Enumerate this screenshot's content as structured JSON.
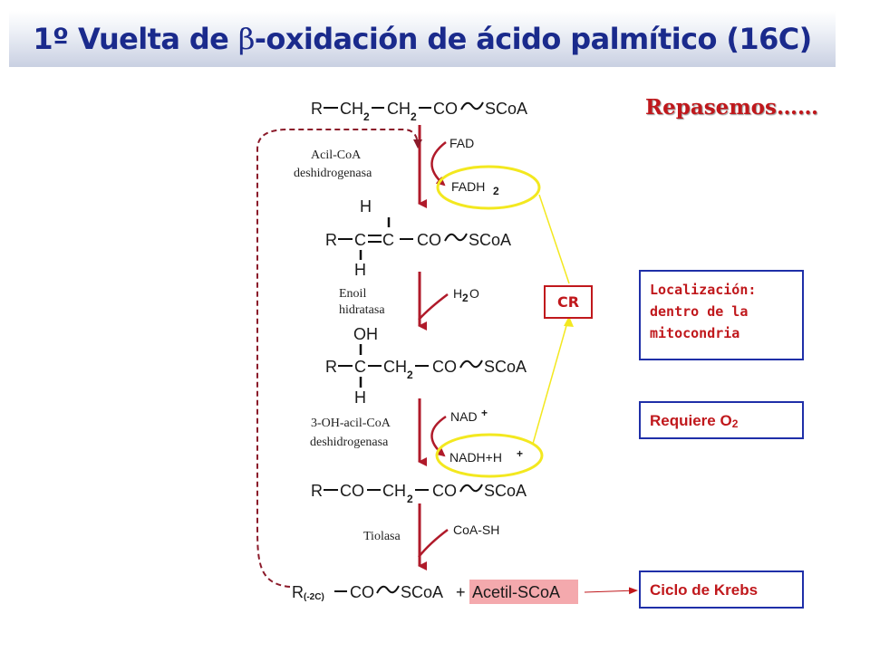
{
  "title": {
    "prefix": "1º Vuelta de ",
    "greek": "β",
    "suffix": "-oxidación de ácido palmítico (16C)"
  },
  "review_label": "Repasemos……",
  "molecules": {
    "m1": {
      "r": "R",
      "ch2a": "CH",
      "ch2b": "CH",
      "co": "CO",
      "scoa": "SCoA",
      "sub": "2"
    },
    "m2": {
      "r": "R",
      "c1": "C",
      "c2": "C",
      "co": "CO",
      "scoa": "SCoA",
      "h_top": "H",
      "h_bottom": "H"
    },
    "m3": {
      "r": "R",
      "c": "C",
      "ch2": "CH",
      "co": "CO",
      "scoa": "SCoA",
      "oh": "OH",
      "h": "H",
      "sub": "2"
    },
    "m4": {
      "r": "R",
      "co1": "CO",
      "ch2": "CH",
      "co2": "CO",
      "scoa": "SCoA",
      "sub": "2"
    },
    "m5": {
      "r": "R",
      "r_sub": "(-2C)",
      "co": "CO",
      "scoa": "SCoA",
      "plus": "+",
      "acetyl": "Acetil-SCoA"
    }
  },
  "enzymes": {
    "e1": {
      "line1": "Acil-CoA",
      "line2": "deshidrogenasa"
    },
    "e2": {
      "line1": "Enoil",
      "line2": "hidratasa"
    },
    "e3": {
      "line1": "3-OH-acil-CoA",
      "line2": "deshidrogenasa"
    },
    "e4": {
      "line1": "Tiolasa"
    }
  },
  "cofactors": {
    "fad": "FAD",
    "fadh2": {
      "base": "FADH",
      "sub": "2"
    },
    "h2o": {
      "h": "H",
      "sub": "2",
      "o": "O"
    },
    "nad": {
      "base": "NAD",
      "sup": "+"
    },
    "nadh": {
      "base": "NADH+H",
      "sup": "+"
    },
    "coash": "CoA-SH"
  },
  "cr_label": "CR",
  "boxes": {
    "location": [
      "Localización:",
      "dentro de la",
      "mitocondria"
    ],
    "oxygen": {
      "prefix": "Requiere ",
      "o": "O",
      "sub": "2"
    },
    "krebs": "Ciclo de Krebs"
  },
  "colors": {
    "title": "#1a2a8c",
    "accent_red": "#c0181c",
    "box_border": "#1f2fa8",
    "highlight": "#f3e81f",
    "arrow": "#b01a2a",
    "acetyl_bg": "#f4a9ad"
  }
}
